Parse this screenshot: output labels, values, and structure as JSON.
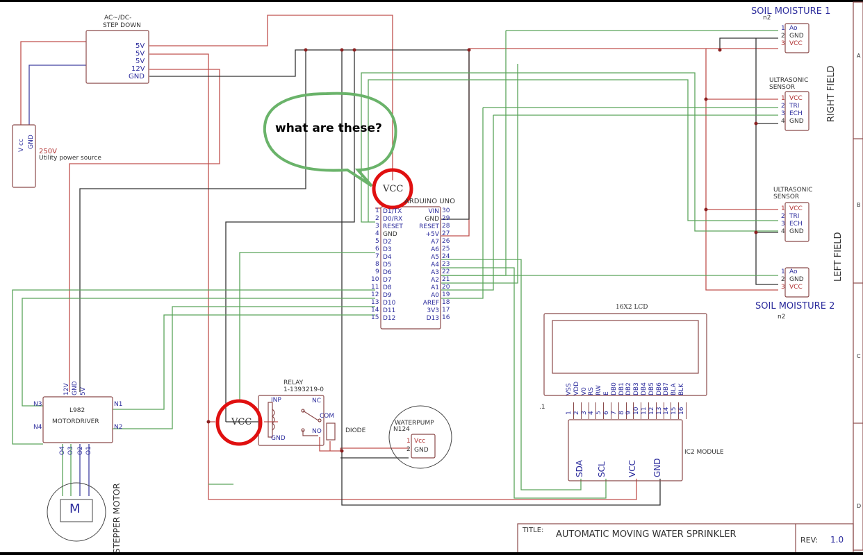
{
  "title_block": {
    "title_label": "TITLE:",
    "title": "AUTOMATIC MOVING WATER SPRINKLER",
    "rev_label": "REV:",
    "rev": "1.0"
  },
  "border_zones": [
    "A",
    "B",
    "C",
    "D"
  ],
  "annotation": {
    "bubble_text": "what are these?",
    "highlight_1": "VCC",
    "highlight_2": "VCC"
  },
  "power_source": {
    "voltage": "250V",
    "label": "Utility power source",
    "pins": [
      "V cc",
      "GND"
    ],
    "plus": "+",
    "minus": "-"
  },
  "step_down": {
    "title_line1": "AC~/DC-",
    "title_line2": "STEP DOWN",
    "pins": [
      "5V",
      "5V",
      "5V",
      "12V",
      "GND"
    ]
  },
  "arduino": {
    "title": "ARDUINO UNO",
    "left_pins": [
      {
        "num": "1",
        "name": "D1/TX"
      },
      {
        "num": "2",
        "name": "D0/RX"
      },
      {
        "num": "3",
        "name": "RESET"
      },
      {
        "num": "4",
        "name": "GND"
      },
      {
        "num": "5",
        "name": "D2"
      },
      {
        "num": "6",
        "name": "D3"
      },
      {
        "num": "7",
        "name": "D4"
      },
      {
        "num": "8",
        "name": "D5"
      },
      {
        "num": "9",
        "name": "D6"
      },
      {
        "num": "10",
        "name": "D7"
      },
      {
        "num": "11",
        "name": "D8"
      },
      {
        "num": "12",
        "name": "D9"
      },
      {
        "num": "13",
        "name": "D10"
      },
      {
        "num": "14",
        "name": "D11"
      },
      {
        "num": "15",
        "name": "D12"
      }
    ],
    "right_pins": [
      {
        "num": "30",
        "name": "VIN"
      },
      {
        "num": "29",
        "name": "GND"
      },
      {
        "num": "28",
        "name": "RESET"
      },
      {
        "num": "27",
        "name": "+5V"
      },
      {
        "num": "26",
        "name": "A7"
      },
      {
        "num": "25",
        "name": "A6"
      },
      {
        "num": "24",
        "name": "A5"
      },
      {
        "num": "23",
        "name": "A4"
      },
      {
        "num": "22",
        "name": "A3"
      },
      {
        "num": "21",
        "name": "A2"
      },
      {
        "num": "20",
        "name": "A1"
      },
      {
        "num": "19",
        "name": "A0"
      },
      {
        "num": "18",
        "name": "AREF"
      },
      {
        "num": "17",
        "name": "3V3"
      },
      {
        "num": "16",
        "name": "D13"
      }
    ]
  },
  "soil_moisture_1": {
    "title": "SOIL MOISTURE 1",
    "ref": "n2",
    "pins": [
      {
        "num": "1",
        "name": "Ao"
      },
      {
        "num": "2",
        "name": "GND"
      },
      {
        "num": "3",
        "name": "VCC"
      }
    ]
  },
  "ultrasonic_1": {
    "title_line1": "ULTRASONIC",
    "title_line2": "SENSOR",
    "pins": [
      {
        "num": "1",
        "name": "VCC"
      },
      {
        "num": "2",
        "name": "TRI"
      },
      {
        "num": "3",
        "name": "ECH"
      },
      {
        "num": "4",
        "name": "GND"
      }
    ]
  },
  "right_field": "RIGHT FIELD",
  "ultrasonic_2": {
    "title_line1": "ULTRASONIC",
    "title_line2": "SENSOR",
    "pins": [
      {
        "num": "1",
        "name": "VCC"
      },
      {
        "num": "2",
        "name": "TRI"
      },
      {
        "num": "3",
        "name": "ECH"
      },
      {
        "num": "4",
        "name": "GND"
      }
    ]
  },
  "left_field": "LEFT FIELD",
  "soil_moisture_2": {
    "title": "SOIL MOISTURE 2",
    "ref": "n2",
    "pins": [
      {
        "num": "1",
        "name": "Ao"
      },
      {
        "num": "2",
        "name": "GND"
      },
      {
        "num": "3",
        "name": "VCC"
      }
    ]
  },
  "lcd": {
    "title": "16X2 LCD",
    "ref": ".1",
    "pins": [
      "VSS",
      "VDD",
      "V0",
      "RS",
      "RW",
      "E",
      "DB0",
      "DB1",
      "DB2",
      "DB3",
      "DB4",
      "DB5",
      "DB6",
      "DB7",
      "BLA",
      "BLK"
    ],
    "pin_numbers": [
      "1",
      "2",
      "3",
      "4",
      "5",
      "6",
      "7",
      "8",
      "9",
      "10",
      "11",
      "12",
      "13",
      "14",
      "15",
      "16"
    ]
  },
  "i2c_module": {
    "title": "IC2 MODULE",
    "pins": [
      "SDA",
      "SCL",
      "VCC",
      "GND"
    ]
  },
  "motor_driver": {
    "line1": "L982",
    "line2": "MOTORDRIVER",
    "top_pins": [
      "12V",
      "GND",
      "5V"
    ],
    "left_pins": [
      "N3",
      "N4"
    ],
    "right_pins": [
      "N1",
      "N2"
    ],
    "bottom_pins": [
      "O4",
      "O3",
      "O2",
      "O1"
    ]
  },
  "stepper_motor": {
    "symbol": "M",
    "label": "STEPPER MOTOR"
  },
  "relay": {
    "title_line1": "RELAY",
    "title_line2": "1-1393219-0",
    "pins": {
      "inp": "INP",
      "gnd": "GND",
      "nc": "NC",
      "com": "COM",
      "no": "NO"
    }
  },
  "diode": {
    "label": "DIODE"
  },
  "water_pump": {
    "title_line1": "WATERPUMP",
    "title_line2": "N124",
    "pins": [
      {
        "num": "1",
        "name": "Vcc"
      },
      {
        "num": "2",
        "name": "GND"
      }
    ]
  },
  "colors": {
    "wire_red": "#c0504d",
    "wire_green": "#5aa55a",
    "wire_black": "#333333",
    "wire_blue": "#4040a0",
    "annotation_red": "#e01010",
    "annotation_green": "#6ab36a",
    "pin_blue": "#2b2b9c",
    "box": "#8b4a4a"
  }
}
